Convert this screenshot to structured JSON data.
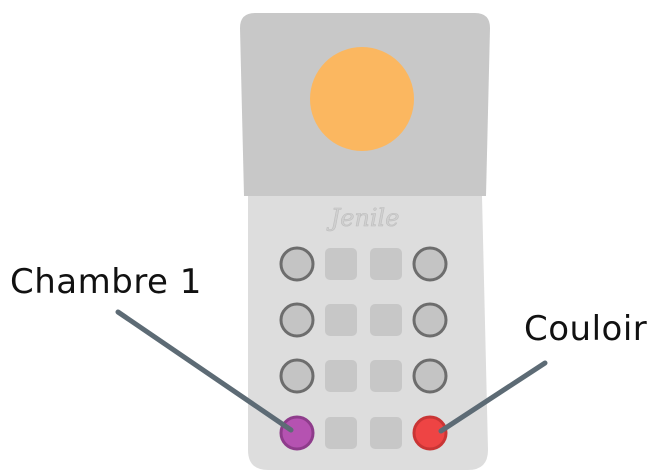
{
  "remote": {
    "brand": "Jenile",
    "colors": {
      "top_panel": "#c8c8c8",
      "bottom_panel": "#dddddd",
      "indicator_light": "#fbb760",
      "round_button_ring": "#6d6d6d",
      "round_button_fill": "#c4c4c4",
      "square_button": "#c7c7c7",
      "callout_line": "#5d6b75"
    },
    "button_rows": 4
  },
  "callouts": {
    "left": {
      "label": "Chambre 1",
      "button_color": "#b552b1",
      "button_ring": "#8e3c8b",
      "icon": "purple-button"
    },
    "right": {
      "label": "Couloir",
      "button_color": "#ee4444",
      "button_ring": "#c93535",
      "icon": "red-button"
    }
  }
}
